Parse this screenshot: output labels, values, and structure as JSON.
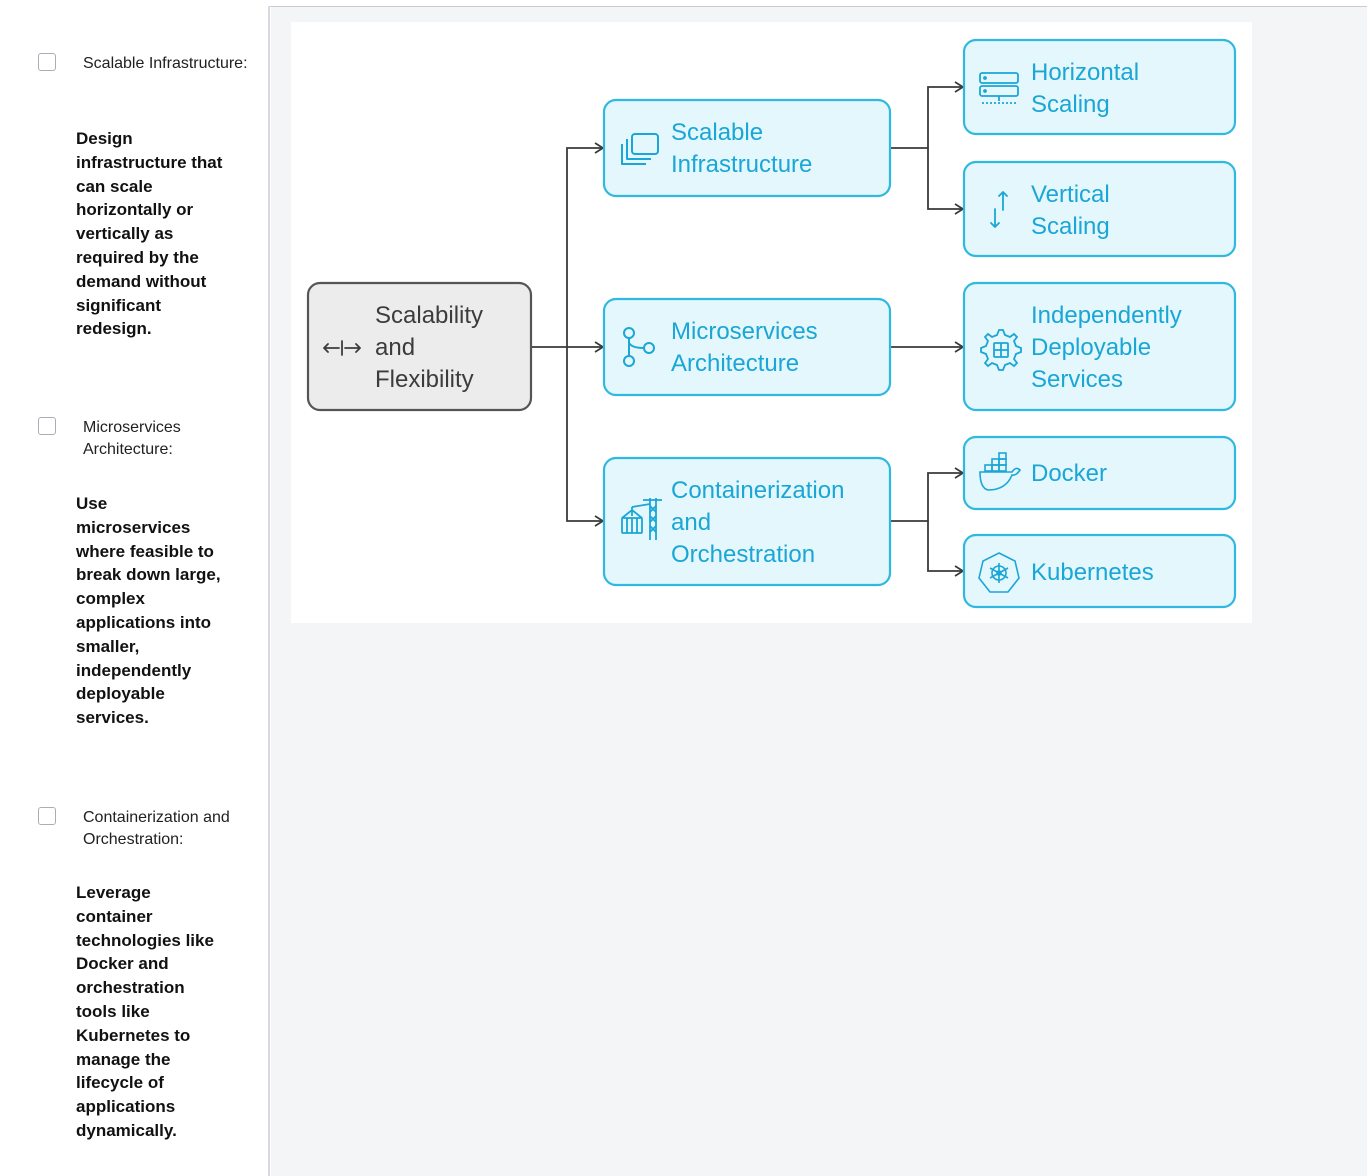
{
  "tasks": [
    {
      "title": "Scalable Infrastructure:",
      "description": "Design infrastructure that can scale horizontally or vertically as required by the demand without significant redesign."
    },
    {
      "title": "Microservices Architecture:",
      "description": "Use microservices where feasible to break down large, complex applications into smaller, independently deployable services."
    },
    {
      "title": "Containerization and Orchestration:",
      "description": "Leverage container technologies like Docker and orchestration tools like Kubernetes to manage the lifecycle of applications dynamically."
    }
  ],
  "diagram": {
    "root": {
      "lines": [
        "Scalability",
        "and",
        "Flexibility"
      ],
      "icon": "arrows-horizontal-icon"
    },
    "branches": [
      {
        "lines": [
          "Scalable",
          "Infrastructure"
        ],
        "icon": "stacked-windows-icon",
        "children": [
          {
            "lines": [
              "Horizontal",
              "Scaling"
            ],
            "icon": "server-rack-icon"
          },
          {
            "lines": [
              "Vertical",
              "Scaling"
            ],
            "icon": "arrows-vertical-icon"
          }
        ]
      },
      {
        "lines": [
          "Microservices",
          "Architecture"
        ],
        "icon": "git-branch-icon",
        "children": [
          {
            "lines": [
              "Independently",
              "Deployable",
              "Services"
            ],
            "icon": "gear-package-icon"
          }
        ]
      },
      {
        "lines": [
          "Containerization",
          "and",
          "Orchestration"
        ],
        "icon": "crane-container-icon",
        "children": [
          {
            "lines": [
              "Docker"
            ],
            "icon": "docker-whale-icon"
          },
          {
            "lines": [
              "Kubernetes"
            ],
            "icon": "kubernetes-helm-icon"
          }
        ]
      }
    ],
    "colors": {
      "node_fill": "#e3f7fc",
      "node_stroke": "#2fb8e0",
      "node_text": "#1aa6d6",
      "root_fill": "#ececec",
      "root_stroke": "#555555",
      "root_text": "#3c3c3c",
      "connector": "#3a3a3a"
    }
  }
}
